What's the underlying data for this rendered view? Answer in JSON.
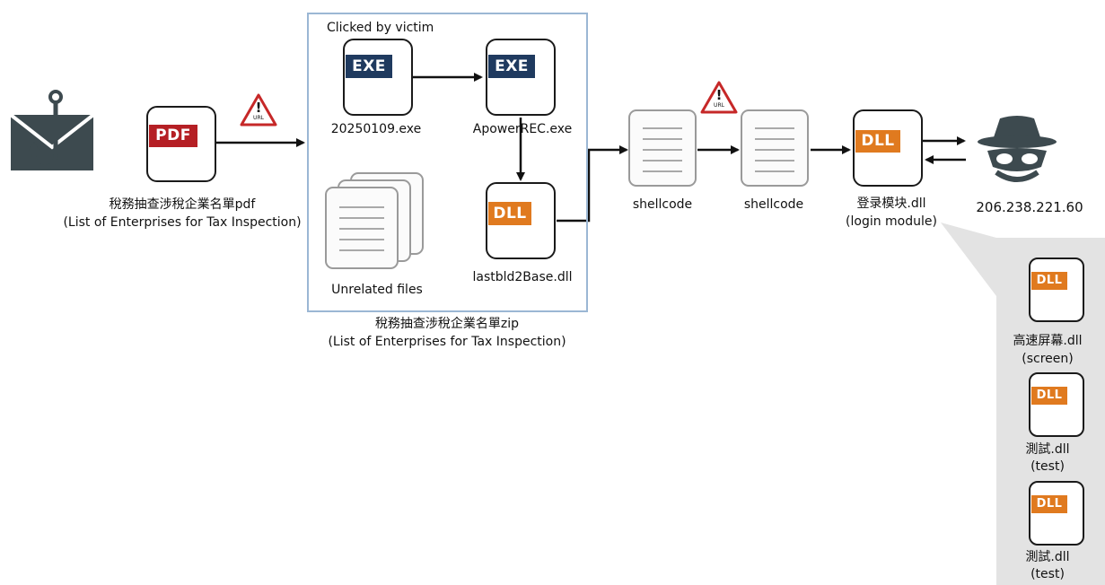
{
  "phishing": {
    "pdf_icon_tag": "PDF",
    "label_zh": "稅務抽查涉稅企業名單pdf",
    "label_en": "(List of Enterprises for Tax Inspection)"
  },
  "url_warning": {
    "glyph": "!",
    "text": "URL"
  },
  "zip_archive": {
    "clicked_note": "Clicked by victim",
    "exe1": {
      "tag": "EXE",
      "name": "20250109.exe"
    },
    "exe2": {
      "tag": "EXE",
      "name": "ApowerREC.exe"
    },
    "dll": {
      "tag": "DLL",
      "name": "lastbld2Base.dll"
    },
    "unrelated": "Unrelated files",
    "label_zh": "稅務抽查涉稅企業名單zip",
    "label_en": "(List of Enterprises for Tax Inspection)"
  },
  "shellcode1": "shellcode",
  "shellcode2": "shellcode",
  "login_module": {
    "tag": "DLL",
    "name_zh": "登录模块.dll",
    "name_en": "(login module)"
  },
  "attacker": {
    "ip": "206.238.221.60"
  },
  "modules": [
    {
      "tag": "DLL",
      "name": "高速屏幕.dll",
      "desc": "(screen)"
    },
    {
      "tag": "DLL",
      "name": "測試.dll",
      "desc": "(test)"
    },
    {
      "tag": "DLL",
      "name": "測試.dll",
      "desc": "(test)"
    }
  ],
  "colors": {
    "exe": "#1f3a5f",
    "pdf": "#b51f24",
    "dll": "#e07a1f",
    "warning": "#c62828",
    "icon": "#3d4a4f"
  }
}
